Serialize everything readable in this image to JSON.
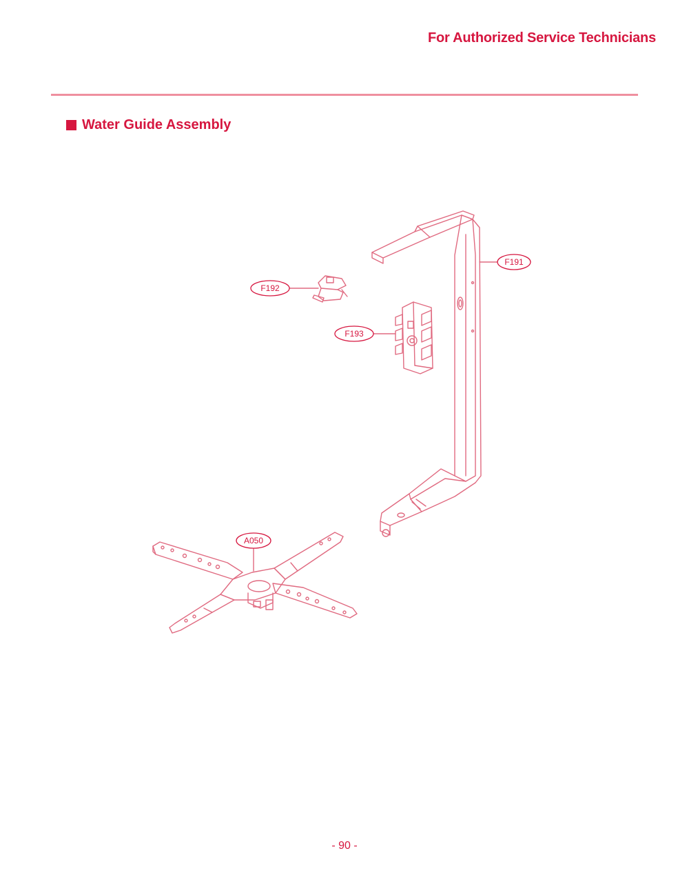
{
  "header": {
    "text": "For Authorized Service Technicians"
  },
  "section": {
    "title": "Water Guide Assembly"
  },
  "callouts": {
    "f191": "F191",
    "f192": "F192",
    "f193": "F193",
    "a050": "A050"
  },
  "footer": {
    "page_number": "- 90 -"
  },
  "colors": {
    "accent": "#d6163f",
    "rule": "#ef8f9f",
    "line_art": "#e06a80"
  }
}
